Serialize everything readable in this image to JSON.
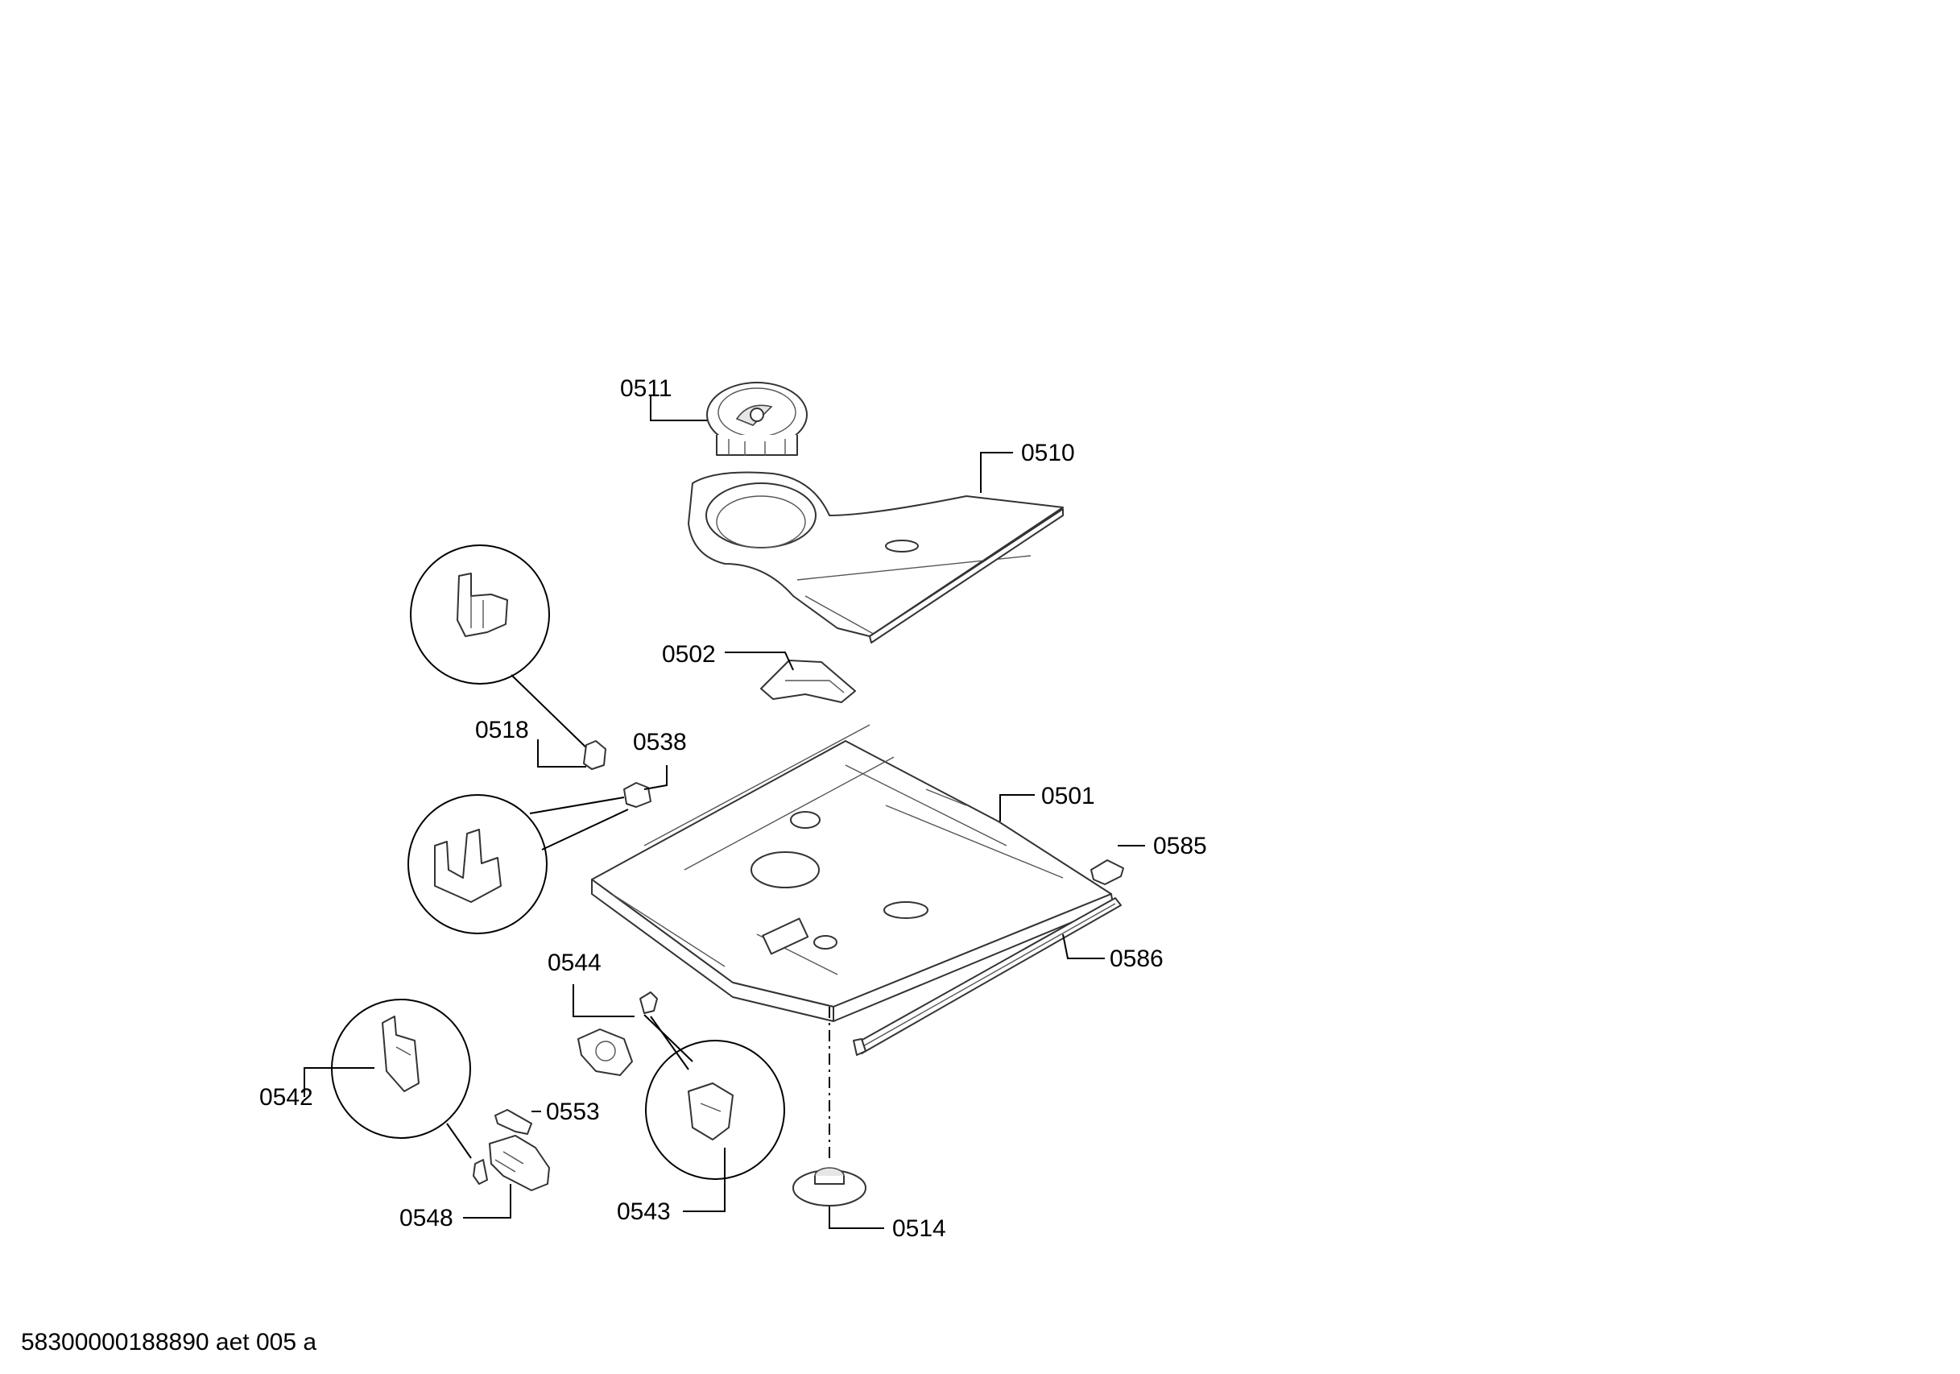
{
  "callouts": {
    "c0511": "0511",
    "c0510": "0510",
    "c0502": "0502",
    "c0518": "0518",
    "c0538": "0538",
    "c0501": "0501",
    "c0585": "0585",
    "c0586": "0586",
    "c0544": "0544",
    "c0542": "0542",
    "c0553": "0553",
    "c0548": "0548",
    "c0543": "0543",
    "c0514": "0514"
  },
  "footer": {
    "drawing_id": "58300000188890 aet 005 a"
  }
}
